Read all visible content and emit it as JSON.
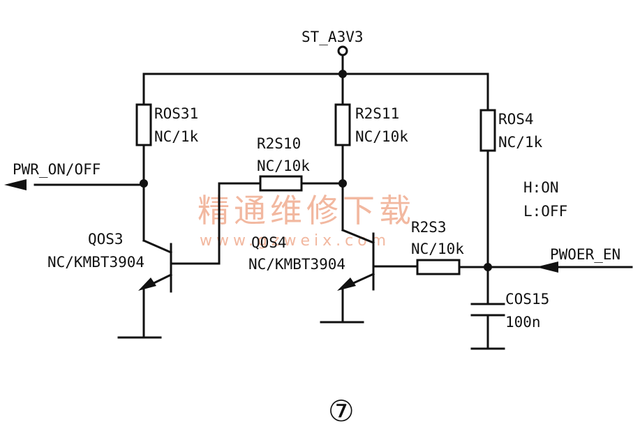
{
  "supply_label": "ST_A3V3",
  "resistors": {
    "ros31": {
      "name": "ROS31",
      "value": "NC/1k"
    },
    "r2s11": {
      "name": "R2S11",
      "value": "NC/10k"
    },
    "ros4": {
      "name": "ROS4",
      "value": "NC/1k"
    },
    "r2s10": {
      "name": "R2S10",
      "value": "NC/10k"
    },
    "r2s3": {
      "name": "R2S3",
      "value": "NC/10k"
    }
  },
  "transistors": {
    "qos3": {
      "name": "QOS3",
      "part": "NC/KMBT3904"
    },
    "qos4": {
      "name": "QOS4",
      "part": "NC/KMBT3904"
    }
  },
  "capacitor": {
    "name": "COS15",
    "value": "100n"
  },
  "signals": {
    "output": "PWR_ON/OFF",
    "input": "PWOER_EN"
  },
  "logic_note": {
    "high": "H:ON",
    "low": "L:OFF"
  },
  "watermark": {
    "chinese": "精通维修下载",
    "url": "www.gzweix.com"
  },
  "figure_number": "⑦"
}
